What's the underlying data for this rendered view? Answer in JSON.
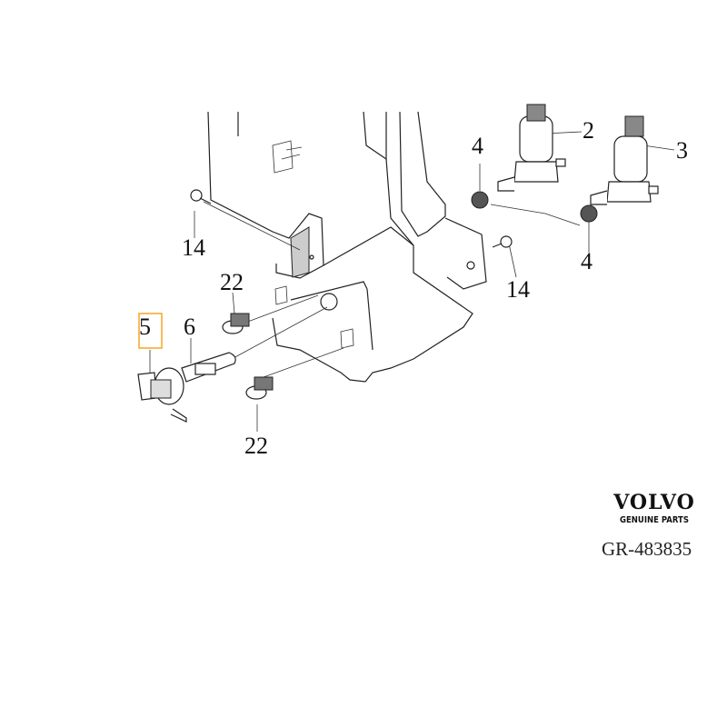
{
  "diagram": {
    "callouts": [
      {
        "id": "2",
        "label": "2"
      },
      {
        "id": "3",
        "label": "3"
      },
      {
        "id": "4a",
        "label": "4"
      },
      {
        "id": "4b",
        "label": "4"
      },
      {
        "id": "14a",
        "label": "14"
      },
      {
        "id": "14b",
        "label": "14"
      },
      {
        "id": "22a",
        "label": "22"
      },
      {
        "id": "22b",
        "label": "22"
      },
      {
        "id": "5",
        "label": "5",
        "highlighted": true
      },
      {
        "id": "6",
        "label": "6"
      }
    ],
    "highlight_color": "#f5a623"
  },
  "brand": {
    "logo": "VOLVO",
    "tagline": "GENUINE PARTS",
    "diagram_number": "GR-483835"
  }
}
